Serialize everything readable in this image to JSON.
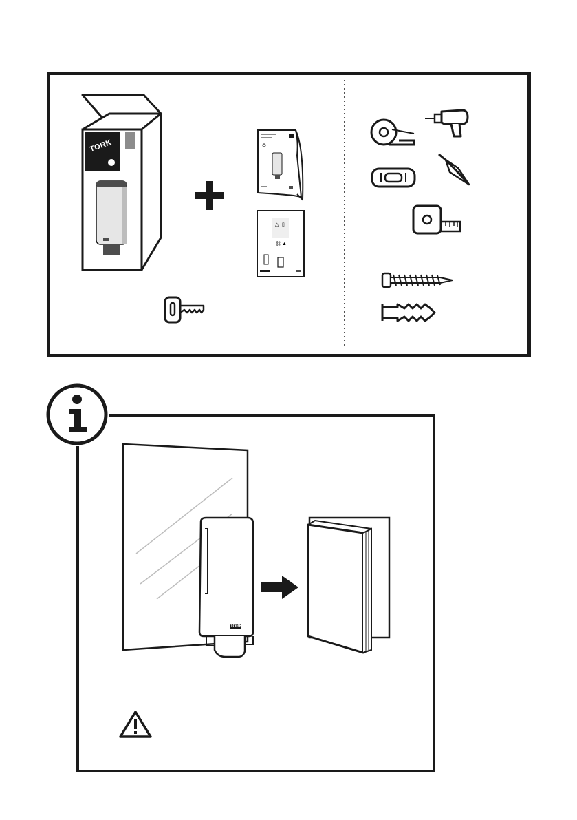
{
  "brand": {
    "name": "TORK",
    "colors": {
      "ink": "#1a1a1a",
      "background": "#ffffff",
      "grey": "#d9d9d9",
      "dark_grey": "#8c8c8c"
    }
  },
  "package_panel": {
    "items": [
      "tork-box",
      "plus-icon",
      "instruction-booklet",
      "quick-guide-sheet",
      "key-icon"
    ],
    "tools": [
      "tape-icon",
      "drill-icon",
      "spirit-level-icon",
      "screwdriver-icon",
      "measuring-tape-icon",
      "screw-icon",
      "wall-plug-icon"
    ]
  },
  "info_panel": {
    "items": [
      "info-icon",
      "mirror",
      "soap-dispenser",
      "arrow-right-icon",
      "manual-book",
      "warning-icon"
    ]
  }
}
